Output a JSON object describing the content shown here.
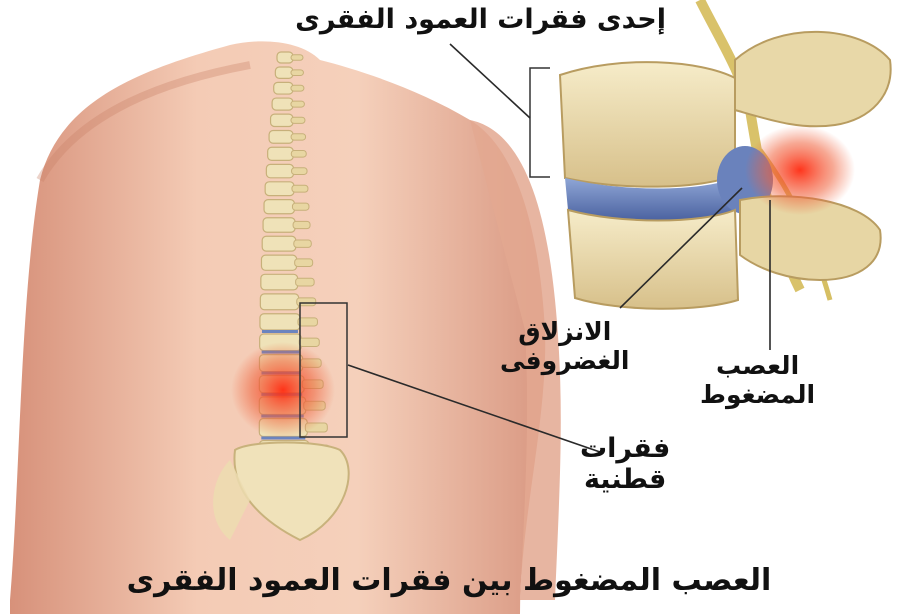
{
  "labels": {
    "vertebra": "إحدى فقرات العمود الفقرى",
    "herniated_line1": "الانزلاق",
    "herniated_line2": "الغضروفى",
    "nerve_line1": "العصب",
    "nerve_line2": "المضغوط",
    "lumbar_line1": "فقرات",
    "lumbar_line2": "قطنية",
    "caption": "العصب المضغوط بين فقرات العمود الفقرى"
  },
  "colors": {
    "skin": "#f1c1a8",
    "bone": "#eadbb0",
    "disc": "#5f78b4",
    "inflammation": "#e0452a"
  }
}
